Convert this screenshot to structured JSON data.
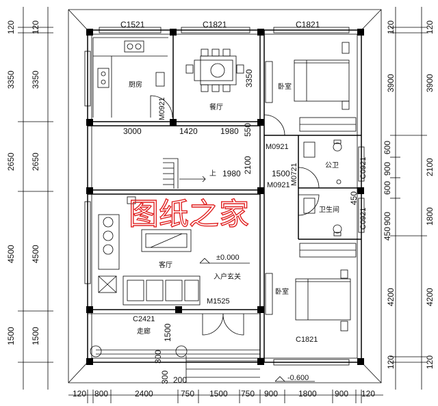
{
  "top_dims": {
    "c1": "C1521",
    "c2": "C1821",
    "c3": "C1821"
  },
  "left_dims": [
    "120",
    "3350",
    "2650",
    "4500",
    "1500"
  ],
  "left_dims_inner": [
    "120",
    "3350",
    "2650",
    "4500",
    "1500"
  ],
  "right_dims": [
    "120",
    "3900",
    "2100",
    "1800",
    "4200",
    "120"
  ],
  "right_dims_inner": [
    "120",
    "3900",
    "600",
    "900",
    "600",
    "900",
    "450",
    "4200",
    "120"
  ],
  "bottom_dims": [
    "120",
    "800",
    "2400",
    "750",
    "1500",
    "750",
    "900",
    "1800",
    "900",
    "120"
  ],
  "inner_dims": {
    "d3000": "3000",
    "d1420": "1420",
    "d1980a": "1980",
    "d1980b": "1980",
    "d1500": "1500",
    "d2100": "2100",
    "d550": "550",
    "d3350": "3350",
    "d1500b": "1500",
    "d300a": "300",
    "d300b": "300",
    "d200": "200",
    "d450": "450"
  },
  "rooms": {
    "kitchen": "厨房",
    "dining": "餐厅",
    "bedroom1": "卧室",
    "bath_public": "公卫",
    "bath": "卫生间",
    "living": "客厅",
    "entry": "入户玄关",
    "bedroom2": "卧室",
    "corridor": "走廊"
  },
  "marks": {
    "m0921a": "M0921",
    "m0921b": "M0921",
    "m0921c": "M0921",
    "m0721": "M0721",
    "c0921a": "C0921",
    "c0921b": "C0921",
    "m1525": "M1525",
    "c2421": "C2421",
    "c1821b": "C1821",
    "level0": "±0.000",
    "level_neg": "-0.600",
    "up": "上"
  },
  "watermark": "图纸之家"
}
